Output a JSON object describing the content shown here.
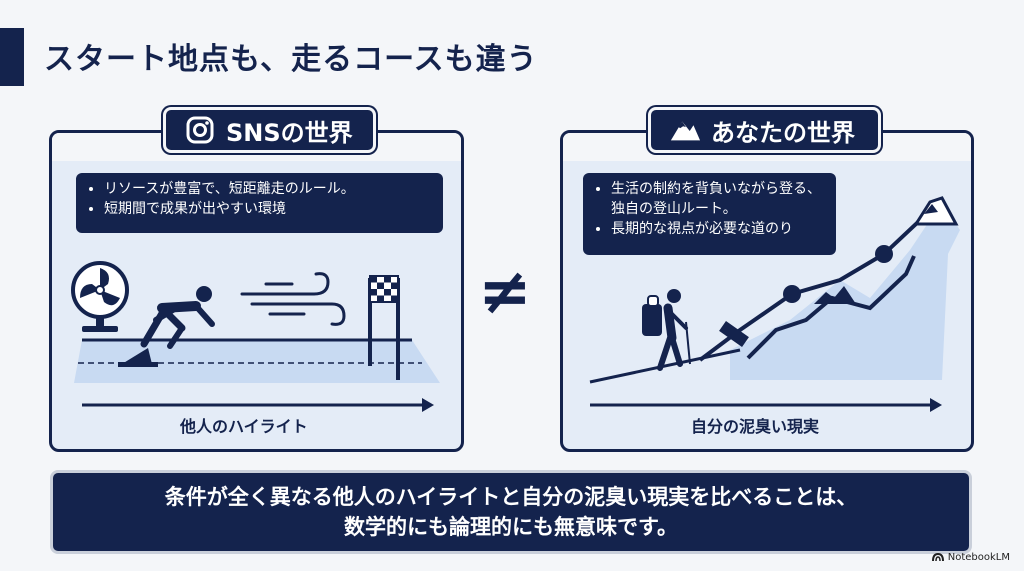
{
  "title": "スタート地点も、走るコースも違う",
  "left_panel": {
    "heading": "SNSの世界",
    "icon": "instagram-icon",
    "bullets": [
      "リソースが豊富で、短距離走のルール。",
      "短期間で成果が出やすい環境"
    ],
    "axis_label": "他人のハイライト"
  },
  "comparison_symbol": "≠",
  "right_panel": {
    "heading": "あなたの世界",
    "icon": "mountain-icon",
    "bullets": [
      "生活の制約を背負いながら登る、独自の登山ルート。",
      "長期的な視点が必要な道のり"
    ],
    "axis_label": "自分の泥臭い現実"
  },
  "conclusion": {
    "line1": "条件が全く異なる他人のハイライトと自分の泥臭い現実を比べることは、",
    "line2": "数学的にも論理的にも無意味です。"
  },
  "brand": "NotebookLM",
  "colors": {
    "navy": "#14234d",
    "panel_bg": "#e4ecf7",
    "page_bg": "#f4f6f9",
    "light_blue": "#c8daf2"
  }
}
